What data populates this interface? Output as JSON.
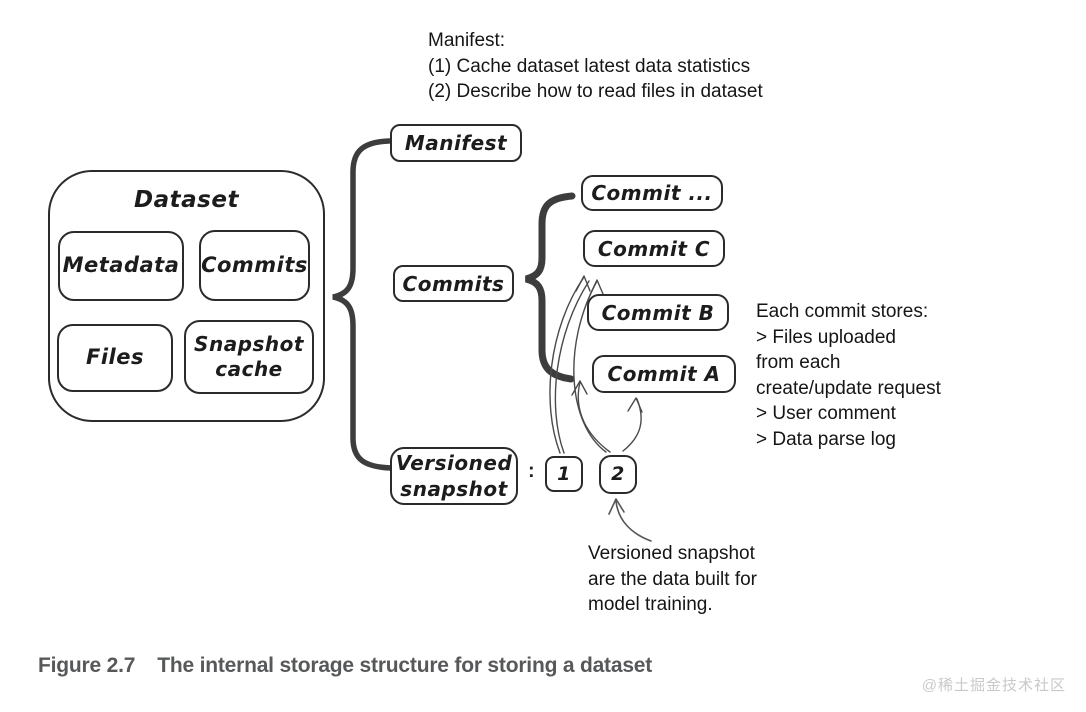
{
  "figure": {
    "caption_label": "Figure 2.7",
    "caption_text": "The internal storage structure for storing a dataset",
    "watermark": "@稀土掘金技术社区"
  },
  "manifest_note": {
    "line1": "Manifest:",
    "line2": "(1) Cache dataset latest data statistics",
    "line3": "(2) Describe how to read files in dataset"
  },
  "dataset": {
    "title": "Dataset",
    "metadata_label": "Metadata",
    "commits_label": "Commits",
    "files_label": "Files",
    "snapshot_cache_line1": "Snapshot",
    "snapshot_cache_line2": "cache"
  },
  "storage_items": {
    "manifest_label": "Manifest",
    "commits_label": "Commits",
    "versioned_line1": "Versioned",
    "versioned_line2": "snapshot"
  },
  "commits_list": {
    "more_label": "Commit ...",
    "c_label": "Commit C",
    "b_label": "Commit B",
    "a_label": "Commit A"
  },
  "commit_note": {
    "line1": "Each commit stores:",
    "line2": "> Files uploaded",
    "line3": "from each",
    "line4": "create/update request",
    "line5": "> User comment",
    "line6": "> Data parse log"
  },
  "snapshots": {
    "separator": ":",
    "v1": "1",
    "v2": "2"
  },
  "snapshot_note": {
    "line1": "Versioned snapshot",
    "line2": "are the data built for",
    "line3": "model training."
  },
  "colors": {
    "ink": "#2b2b2b",
    "brace": "#3d3d3d",
    "arrow": "#4a4a4a",
    "caption": "#57585a",
    "watermark": "#c9c9c9"
  }
}
